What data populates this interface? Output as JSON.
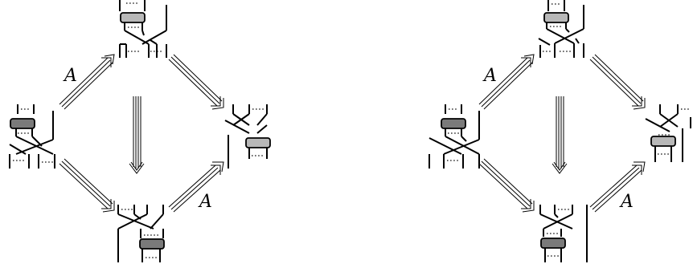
{
  "labels": {
    "left_top_arrow": "A",
    "left_bottom_arrow": "A",
    "right_top_arrow": "A",
    "right_bottom_arrow": "A"
  },
  "colors": {
    "box_light": "#b8b8b8",
    "box_dark": "#7a7a7a",
    "ink": "#000000"
  },
  "icons": {
    "triple_arrow": "triple-line-arrow",
    "quad_arrow": "quadruple-line-arrow"
  }
}
